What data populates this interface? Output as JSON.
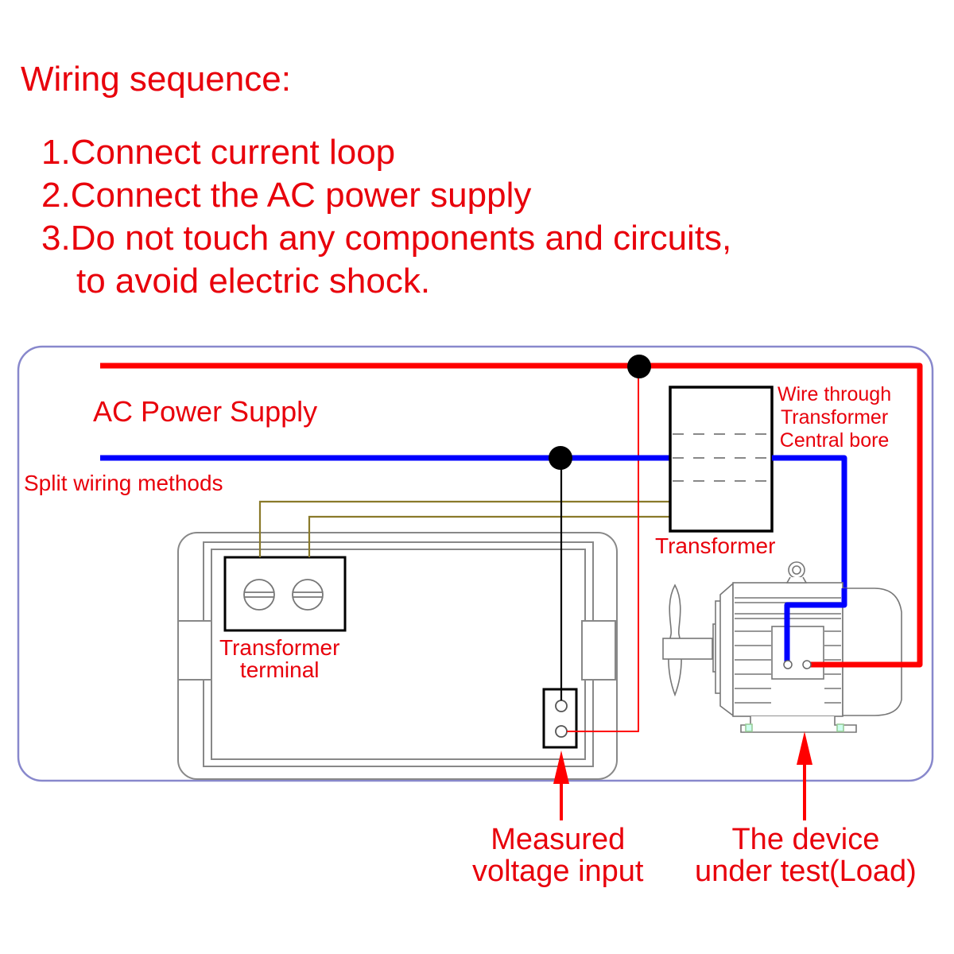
{
  "header": {
    "title": "Wiring sequence:",
    "steps": [
      "1.Connect current loop",
      "2.Connect the AC power supply",
      "3.Do not touch any components and circuits,",
      "to avoid electric shock."
    ]
  },
  "diagram": {
    "ac_power_supply_label": "AC Power Supply",
    "split_wiring_label": "Split wiring methods",
    "bore_label_lines": [
      "Wire through",
      "Transformer",
      "Central bore"
    ],
    "transformer_label": "Transformer",
    "terminal_label_lines": [
      "Transformer",
      "terminal"
    ],
    "measured_label_lines": [
      "Measured",
      "voltage input"
    ],
    "load_label_lines": [
      "The device",
      "under test(Load)"
    ]
  },
  "colors": {
    "text": "#e8000b",
    "live_wire": "#ff0000",
    "neutral_wire": "#0000ff",
    "sense_wire": "#8a7a2a",
    "frame": "#8888cc",
    "outline": "#000000",
    "device_outline": "#888888"
  }
}
